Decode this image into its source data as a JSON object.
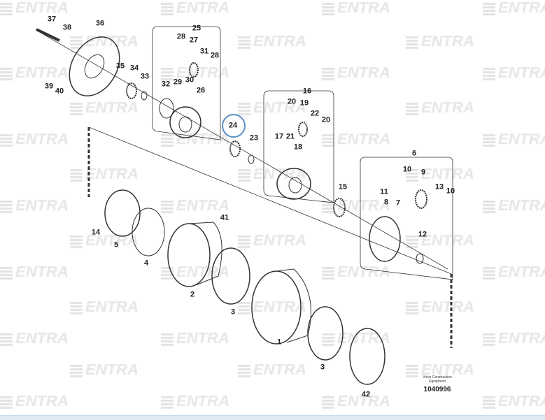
{
  "watermark_text": "ENTRA",
  "highlight_color": "#5b8fc4",
  "credit_line1": "Volvo Construction",
  "credit_line2": "Equipment",
  "document_number": "1040996",
  "highlighted_part": "24",
  "labels": [
    "37",
    "38",
    "36",
    "35",
    "34",
    "33",
    "32",
    "29",
    "30",
    "26",
    "25",
    "28",
    "27",
    "31",
    "28",
    "39",
    "40",
    "24",
    "23",
    "16",
    "20",
    "19",
    "22",
    "20",
    "17",
    "21",
    "18",
    "15",
    "6",
    "10",
    "9",
    "13",
    "10",
    "11",
    "8",
    "7",
    "12",
    "14",
    "5",
    "4",
    "41",
    "2",
    "3",
    "1",
    "3",
    "42"
  ]
}
